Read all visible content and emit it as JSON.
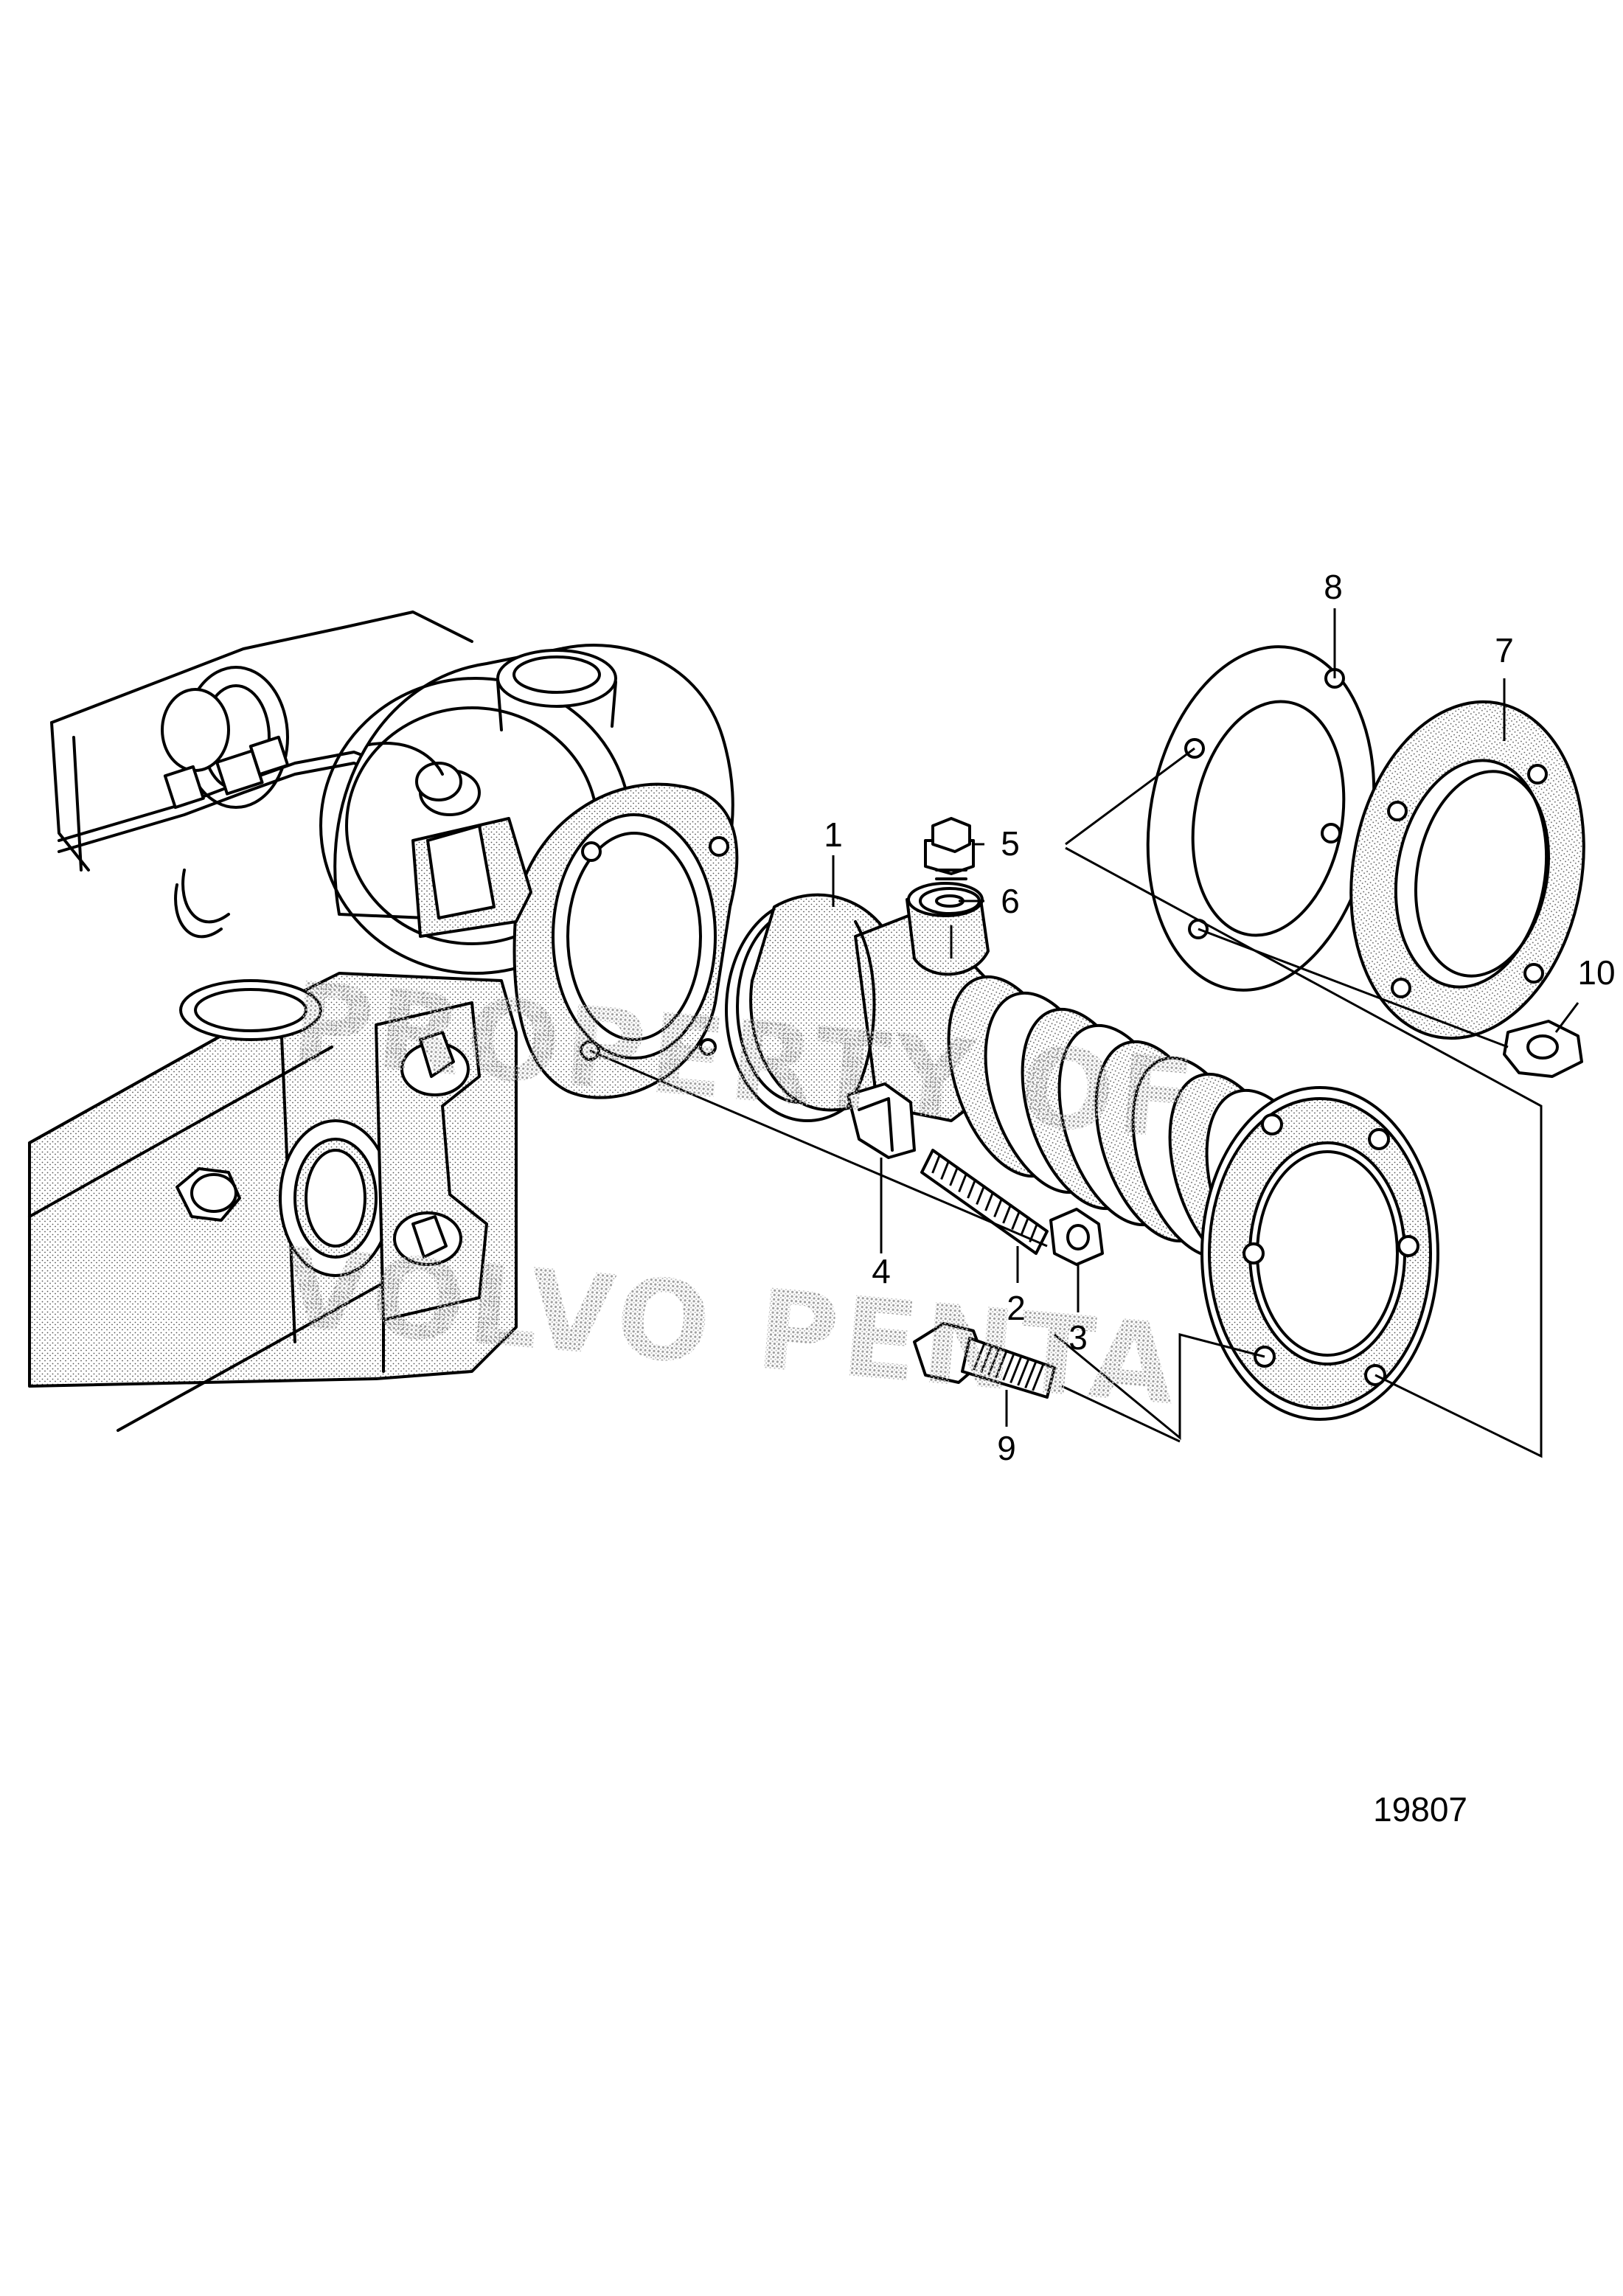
{
  "figure_number": "19807",
  "watermark": {
    "line1": "PROPERTY OF",
    "line2": "VOLVO PENTA"
  },
  "callouts": [
    {
      "id": "1",
      "label": "1"
    },
    {
      "id": "2",
      "label": "2"
    },
    {
      "id": "3",
      "label": "3"
    },
    {
      "id": "4",
      "label": "4"
    },
    {
      "id": "5",
      "label": "5"
    },
    {
      "id": "6",
      "label": "6"
    },
    {
      "id": "7",
      "label": "7"
    },
    {
      "id": "8",
      "label": "8"
    },
    {
      "id": "9",
      "label": "9"
    },
    {
      "id": "10",
      "label": "10"
    }
  ],
  "colors": {
    "ink": "#000000",
    "paper": "#ffffff",
    "watermark": "#bdbdbd"
  }
}
